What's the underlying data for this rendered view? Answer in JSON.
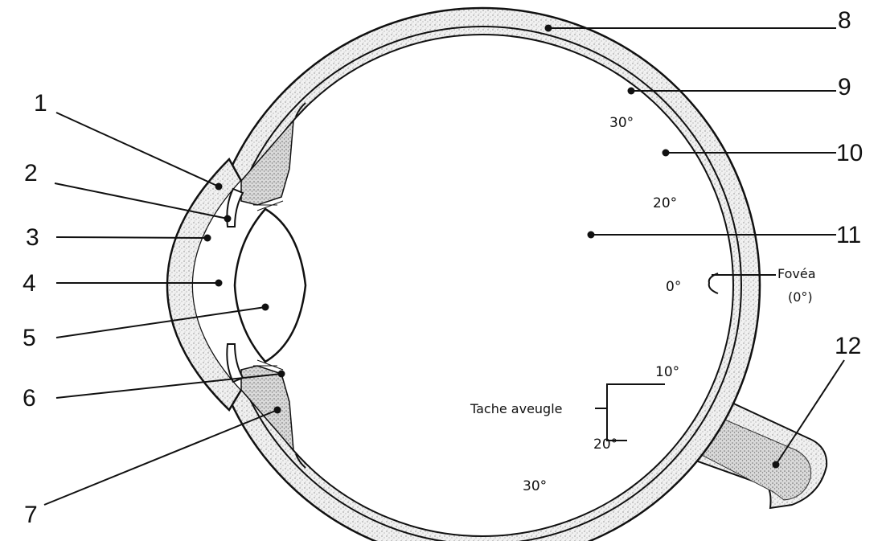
{
  "labels": {
    "n1": "1",
    "n2": "2",
    "n3": "3",
    "n4": "4",
    "n5": "5",
    "n6": "6",
    "n7": "7",
    "n8": "8",
    "n9": "9",
    "n10": "10",
    "n11": "11",
    "n12": "12"
  },
  "angles": {
    "top30": "30°",
    "top20": "20°",
    "center0": "0°",
    "bottom10": "10°",
    "bottom20": "20°",
    "bottom30": "30°"
  },
  "text": {
    "fovea_line1": "Fovéa",
    "fovea_line2": "(0°)",
    "blind_spot": "Tache aveugle"
  }
}
